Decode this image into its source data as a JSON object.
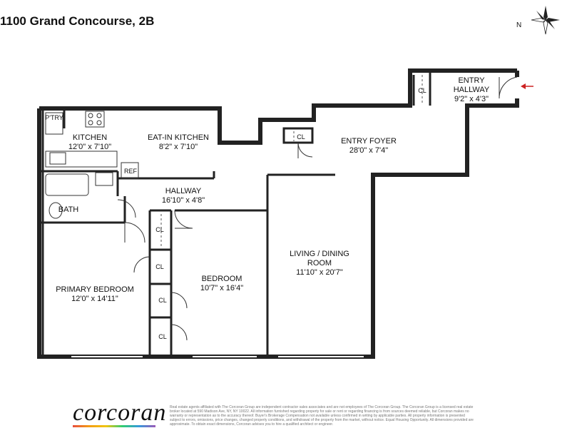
{
  "title": "1100 Grand Concourse, 2B",
  "compass": {
    "label": "N"
  },
  "rooms": {
    "kitchen": {
      "name": "KITCHEN",
      "dims": "12'0\" x 7'10\""
    },
    "eat_in_kitchen": {
      "name": "EAT-IN KITCHEN",
      "dims": "8'2\" x 7'10\""
    },
    "entry_foyer": {
      "name": "ENTRY FOYER",
      "dims": "28'0\" x 7'4\""
    },
    "entry_hallway": {
      "name": "ENTRY",
      "name2": "HALLWAY",
      "dims": "9'2\" x 4'3\""
    },
    "hallway": {
      "name": "HALLWAY",
      "dims": "16'10\" x 4'8\""
    },
    "bath": {
      "name": "BATH"
    },
    "primary_bedroom": {
      "name": "PRIMARY BEDROOM",
      "dims": "12'0\" x 14'11\""
    },
    "bedroom": {
      "name": "BEDROOM",
      "dims": "10'7\" x 16'4\""
    },
    "living_dining": {
      "name": "LIVING / DINING",
      "name2": "ROOM",
      "dims": "11'10\" x 20'7\""
    }
  },
  "fixtures": {
    "pantry": "P'TRY",
    "ref": "REF",
    "closet": "CL"
  },
  "footer": {
    "logo": "corcoran",
    "disclaimer": "Real estate agents affiliated with The Corcoran Group are independent contractor sales associates and are not employees of The Corcoran Group. The Corcoran Group is a licensed real estate broker located at 590 Madison Ave, NY, NY 10022. All information furnished regarding property for sale or rent or regarding financing is from sources deemed reliable, but Corcoran makes no warranty or representation as to the accuracy thereof. Buyer's Brokerage Compensation not available unless confirmed in writing by applicable parties. All property information is presented subject to errors, omissions, price changes, changed property conditions, and withdrawal of the property from the market, without notice. Equal Housing Opportunity. All dimensions provided are approximate. To obtain exact dimensions, Corcoran advises you to hire a qualified architect or engineer."
  },
  "colors": {
    "wall": "#222222",
    "arrow": "#cc2222"
  }
}
